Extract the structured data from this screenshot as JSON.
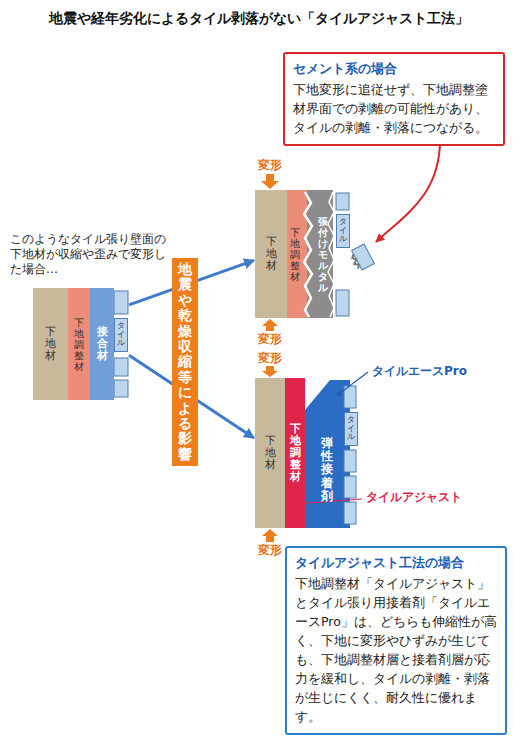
{
  "diagram": {
    "title": "地震や経年劣化によるタイル剥落がない「タイルアジャスト工法」",
    "nodes": [
      {
        "text": [
          "セメント系の場合",
          "下地変形に追従せず、下地調整塗材界面での剥離の可能性があり、タイルの剥離・剥落につながる。"
        ]
      },
      {
        "text": [
          "このようなタイル張り壁面の下地材が収縮や歪みで変形した場合…"
        ]
      },
      {
        "text": [
          "下地材"
        ],
        "in": 1
      },
      {
        "text": [
          "下地調整材"
        ],
        "in": 1
      },
      {
        "text": [
          "接合材"
        ],
        "in": 1
      },
      {
        "text": [
          "タイル"
        ],
        "in": 1
      },
      {
        "text": [
          "地震や乾燥収縮等による影響"
        ]
      },
      {
        "text": [
          "下地材"
        ]
      },
      {
        "text": [
          "下地調整材"
        ]
      },
      {
        "text": [
          "張付けモルタル"
        ]
      },
      {
        "text": [
          "タイル"
        ]
      },
      {
        "text": [
          "下地材"
        ]
      },
      {
        "text": [
          "下地調整材"
        ]
      },
      {
        "text": [
          "弾性接着剤"
        ]
      },
      {
        "text": [
          "タイル"
        ]
      },
      {
        "text": [
          "タイルアジャスト工法の場合",
          "下地調整材「タイルアジャスト」とタイル張り用接着剤「タイルエースPro」は、どちらも伸縮性が高く、下地に変形やひずみが生じても、下地調整材層と接着剤層が応力を緩和し、タイルの剥離・剥落が生じにくく、耐久性に優れます。"
        ]
      }
    ],
    "edges": [
      {
        "from": 1,
        "to": 7,
        "arrow": "to"
      },
      {
        "from": 1,
        "to": 11,
        "arrow": "to"
      }
    ],
    "labels": [
      "変形",
      "変形",
      "変形",
      "変形",
      "タイルエースPro",
      "タイルアジャスト"
    ]
  }
}
